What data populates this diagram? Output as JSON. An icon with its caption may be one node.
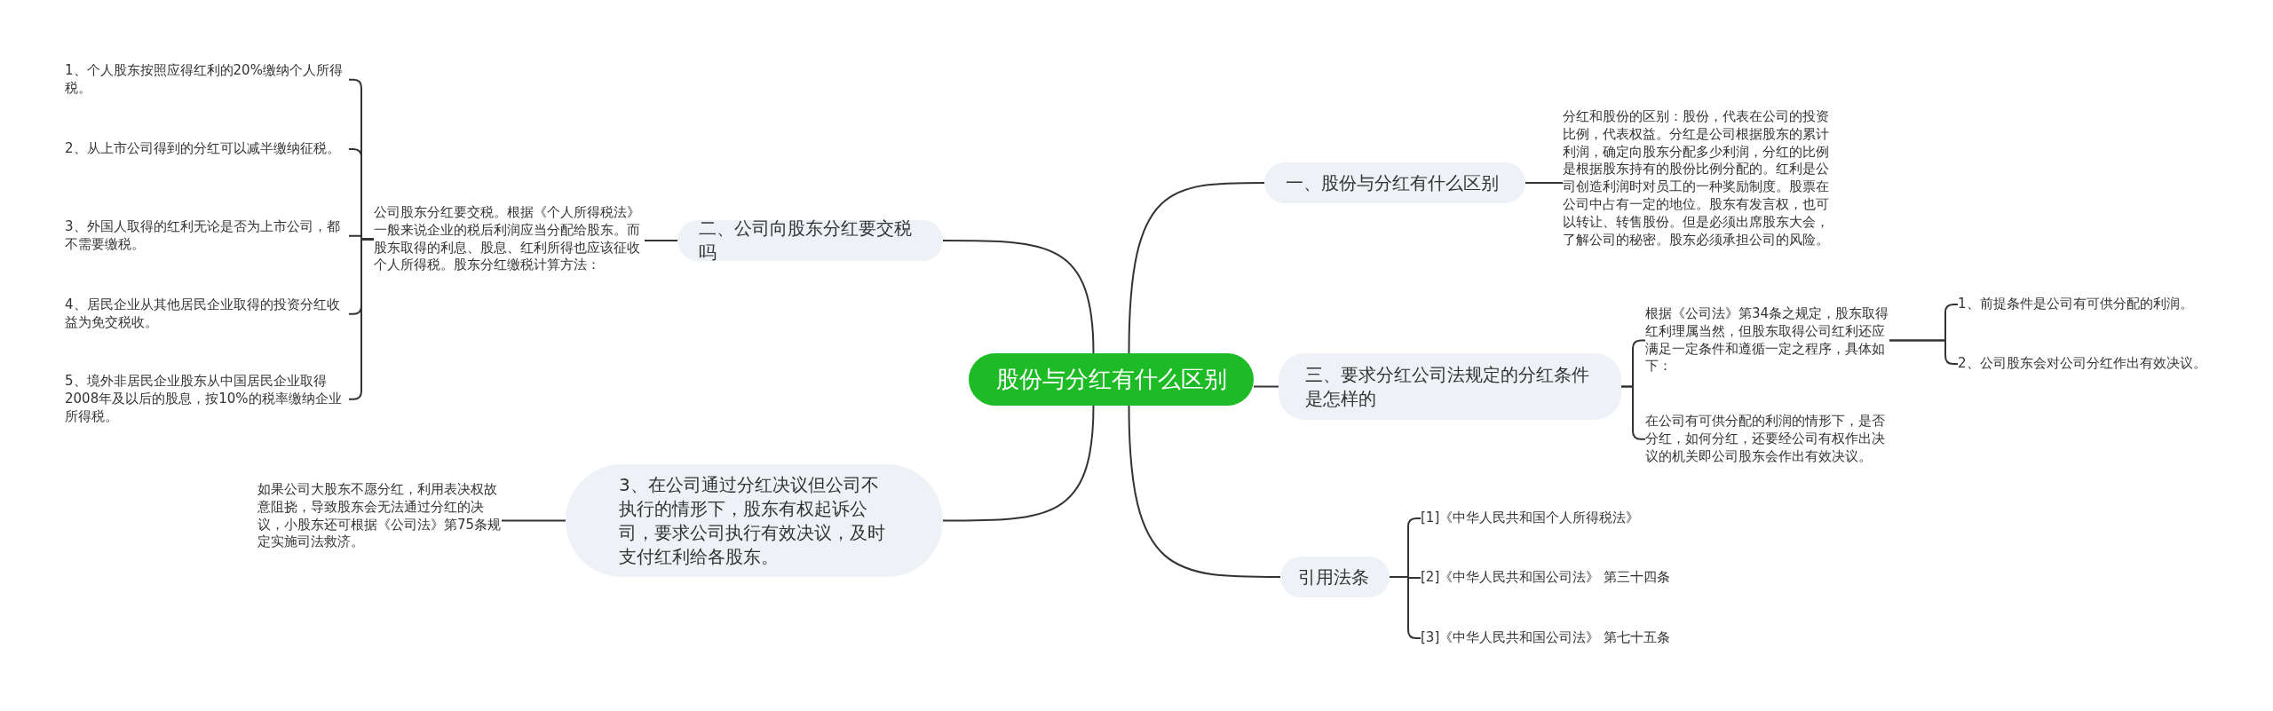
{
  "diagram": {
    "nodes": [
      {
        "text": [
          "股份与分红有什么区别"
        ]
      },
      {
        "text": [
          "一、股份与分红有什么区别"
        ]
      },
      {
        "text": [
          "分红和股份的区别：股份，代表在公司的投资比例，代表权益。分红是公司根据股东的累计利润，确定向股东分配多少利润，分红的比例是根据股东持有的股份比例分配的。红利是公司创造利润时对员工的一种奖励制度。股票在公司中占有一定的地位。股东有发言权，也可以转让、转售股份。但是必须出席股东大会，了解公司的秘密。股东必须承担公司的风险。"
        ]
      },
      {
        "text": [
          "三、要求分红公司法规定的分红条件是怎样的"
        ]
      },
      {
        "text": [
          "根据《公司法》第34条之规定，股东取得红利理属当然，但股东取得公司红利还应满足一定条件和遵循一定之程序，具体如下："
        ]
      },
      {
        "text": [
          "1、前提条件是公司有可供分配的利润。"
        ]
      },
      {
        "text": [
          "2、公司股东会对公司分红作出有效决议。"
        ]
      },
      {
        "text": [
          "在公司有可供分配的利润的情形下，是否分红，如何分红，还要经公司有权作出决议的机关即公司股东会作出有效决议。"
        ]
      },
      {
        "text": [
          "引用法条"
        ]
      },
      {
        "text": [
          "[1]《中华人民共和国个人所得税法》"
        ]
      },
      {
        "text": [
          "[2]《中华人民共和国公司法》 第三十四条"
        ]
      },
      {
        "text": [
          "[3]《中华人民共和国公司法》 第七十五条"
        ]
      },
      {
        "text": [
          "二、公司向股东分红要交税吗"
        ]
      },
      {
        "text": [
          "公司股东分红要交税。根据《个人所得税法》一般来说企业的税后利润应当分配给股东。而股东取得的利息、股息、红利所得也应该征收个人所得税。股东分红缴税计算方法："
        ]
      },
      {
        "text": [
          "1、个人股东按照应得红利的20%缴纳个人所得税。"
        ]
      },
      {
        "text": [
          "2、从上市公司得到的分红可以减半缴纳征税。"
        ]
      },
      {
        "text": [
          "3、外国人取得的红利无论是否为上市公司，都不需要缴税。"
        ]
      },
      {
        "text": [
          "4、居民企业从其他居民企业取得的投资分红收益为免交税收。"
        ]
      },
      {
        "text": [
          "5、境外非居民企业股东从中国居民企业取得2008年及以后的股息，按10%的税率缴纳企业所得税。"
        ]
      },
      {
        "text": [
          "3、在公司通过分红决议但公司不执行的情形下，股东有权起诉公司，要求公司执行有效决议，及时支付红利给各股东。"
        ]
      },
      {
        "text": [
          "如果公司大股东不愿分红，利用表决权故意阻挠，导致股东会无法通过分红的决议，小股东还可根据《公司法》第75条规定实施司法救济。"
        ]
      }
    ],
    "edges": [
      {
        "from": 0,
        "to": 1,
        "arrow": "none"
      },
      {
        "from": 1,
        "to": 2,
        "arrow": "none"
      },
      {
        "from": 0,
        "to": 3,
        "arrow": "none"
      },
      {
        "from": 3,
        "to": 4,
        "arrow": "none"
      },
      {
        "from": 4,
        "to": 5,
        "arrow": "none"
      },
      {
        "from": 4,
        "to": 6,
        "arrow": "none"
      },
      {
        "from": 3,
        "to": 7,
        "arrow": "none"
      },
      {
        "from": 0,
        "to": 8,
        "arrow": "none"
      },
      {
        "from": 8,
        "to": 9,
        "arrow": "none"
      },
      {
        "from": 8,
        "to": 10,
        "arrow": "none"
      },
      {
        "from": 8,
        "to": 11,
        "arrow": "none"
      },
      {
        "from": 0,
        "to": 12,
        "arrow": "none"
      },
      {
        "from": 12,
        "to": 13,
        "arrow": "none"
      },
      {
        "from": 13,
        "to": 14,
        "arrow": "none"
      },
      {
        "from": 13,
        "to": 15,
        "arrow": "none"
      },
      {
        "from": 13,
        "to": 16,
        "arrow": "none"
      },
      {
        "from": 13,
        "to": 17,
        "arrow": "none"
      },
      {
        "from": 13,
        "to": 18,
        "arrow": "none"
      },
      {
        "from": 0,
        "to": 19,
        "arrow": "none"
      },
      {
        "from": 19,
        "to": 20,
        "arrow": "none"
      }
    ]
  }
}
